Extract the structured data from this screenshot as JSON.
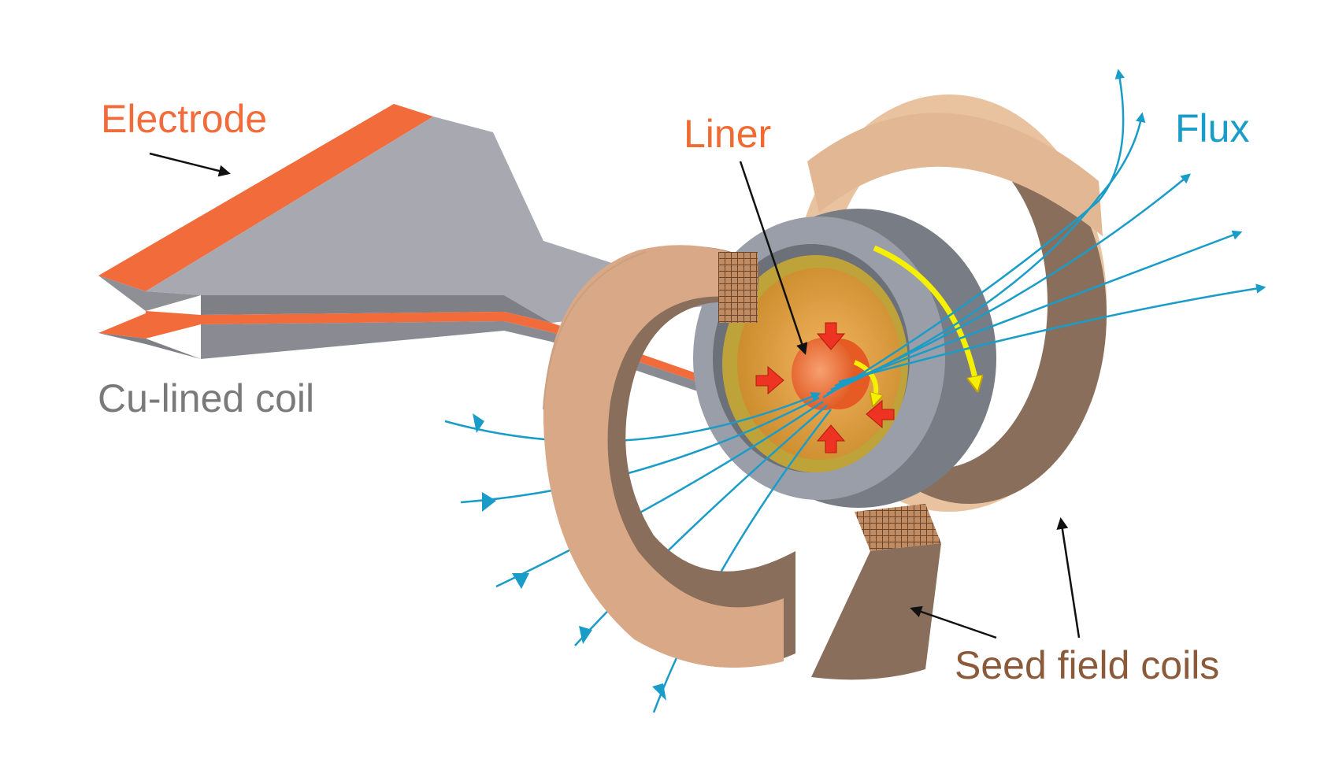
{
  "labels": {
    "electrode": "Electrode",
    "cu_lined_coil": "Cu-lined coil",
    "liner": "Liner",
    "flux": "Flux",
    "seed_field_coils": "Seed field coils"
  },
  "colors": {
    "electrode_orange": "#f26b3a",
    "coil_gray": "#7a7a7a",
    "flux_blue": "#1a9cc8",
    "seed_brown": "#8a5a3a",
    "liner_orange": "#f06a32",
    "current_yellow": "#f5f000",
    "compression_red": "#ee3322"
  }
}
